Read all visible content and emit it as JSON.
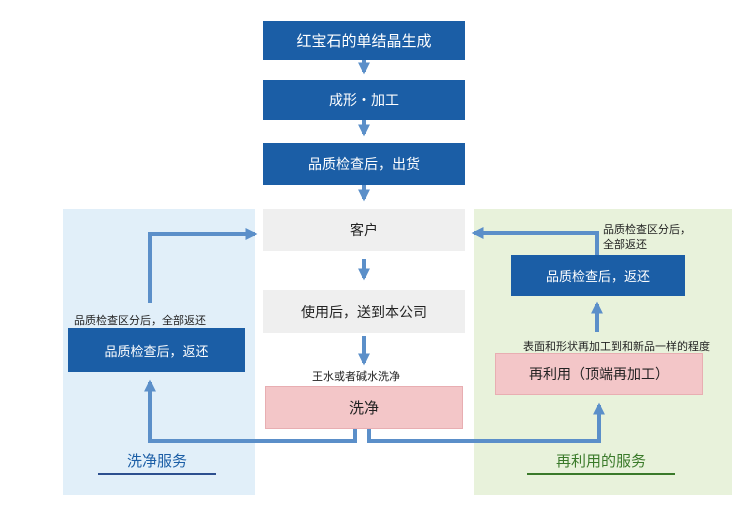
{
  "colors": {
    "primary_box": "#1b5ea6",
    "arrow": "#5b8fc9",
    "left_panel": "#e1eff9",
    "right_panel": "#e8f2db",
    "wash_box": "#f3c6c8",
    "left_caption": "#1b5ea6",
    "right_caption": "#3a7a2a"
  },
  "flow": {
    "step1": "红宝石的单结晶生成",
    "step2": "成形・加工",
    "step3": "品质检查后，出货",
    "customer": "客户",
    "return_to_company": "使用后，送到本公司",
    "wash_note": "王水或者碱水洗净",
    "wash": "洗净"
  },
  "left_service": {
    "note": "品质检查区分后，全部返还",
    "box": "品质检查后，返还",
    "caption": "洗净服务"
  },
  "right_service": {
    "note_line1": "品质检查区分后，",
    "note_line2": "全部返还",
    "box": "品质检查后，返还",
    "reprocess_note": "表面和形状再加工到和新品一样的程度",
    "reprocess": "再利用（顶端再加工）",
    "caption": "再利用的服务"
  }
}
